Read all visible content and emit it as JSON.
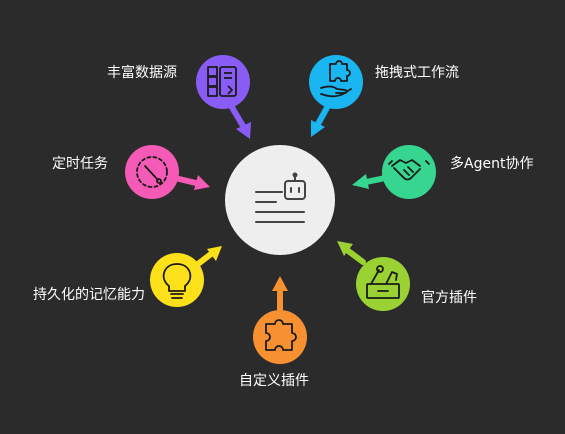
{
  "features": [
    {
      "id": "rich-datasources",
      "label": "丰富数据源",
      "color": "#8a5cf6",
      "icon": "database-icon"
    },
    {
      "id": "drag-workflow",
      "label": "拖拽式工作流",
      "color": "#19b6f2",
      "icon": "puzzle-hand-icon"
    },
    {
      "id": "multi-agent",
      "label": "多Agent协作",
      "color": "#36d690",
      "icon": "handshake-icon"
    },
    {
      "id": "official-plugins",
      "label": "官方插件",
      "color": "#9ad233",
      "icon": "toolbox-icon"
    },
    {
      "id": "custom-plugins",
      "label": "自定义插件",
      "color": "#f79031",
      "icon": "puzzle-icon"
    },
    {
      "id": "persistent-memory",
      "label": "持久化的记忆能力",
      "color": "#fce11a",
      "icon": "lightbulb-icon"
    },
    {
      "id": "scheduled-tasks",
      "label": "定时任务",
      "color": "#f45ab6",
      "icon": "timer-icon"
    }
  ],
  "center": {
    "color": "#eeeeee",
    "icon": "robot-chat-icon"
  }
}
